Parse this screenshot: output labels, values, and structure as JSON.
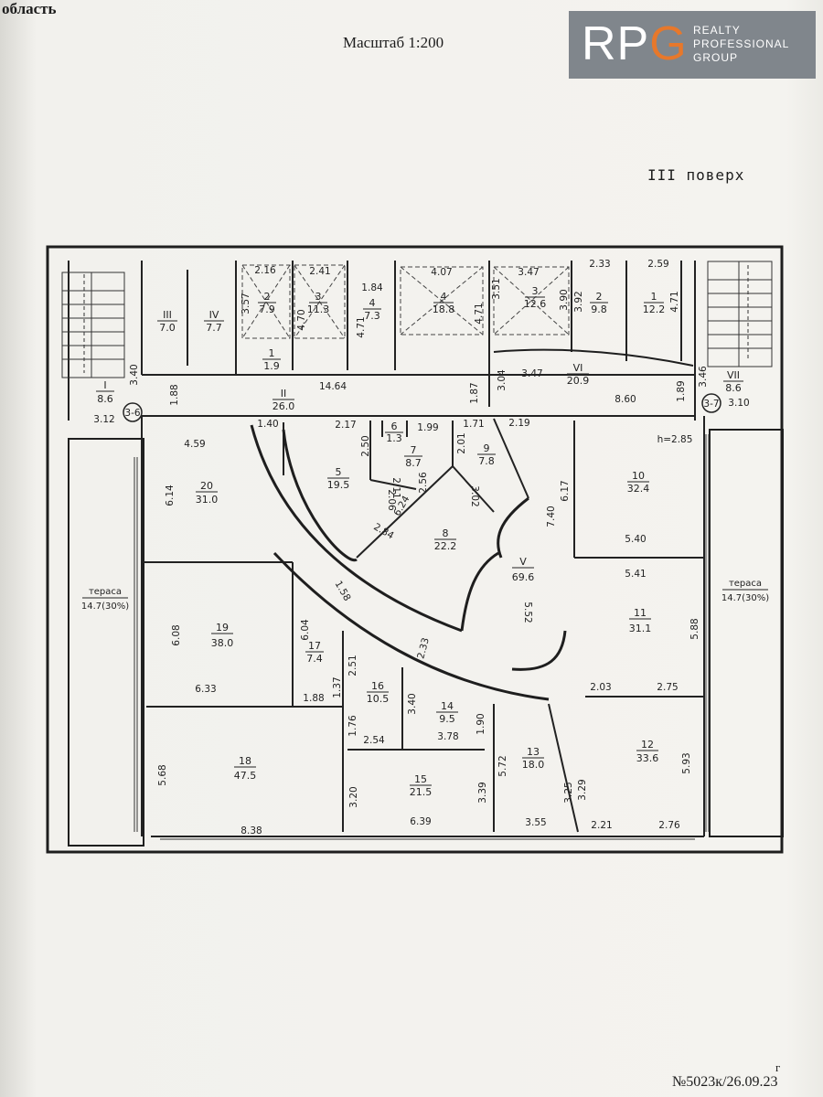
{
  "header": {
    "top_left": "область",
    "scale": "Масштаб 1:200",
    "floor": "III поверх",
    "doc_number": "№5023к/26.09.23",
    "mark": "г"
  },
  "logo": {
    "mark_left": "RP",
    "mark_accent": "G",
    "line1": "REALTY",
    "line2": "PROFESSIONAL",
    "line3": "GROUP"
  },
  "plan": {
    "rooms": [
      {
        "id": "room-I",
        "num": "I",
        "area": "8.6"
      },
      {
        "id": "room-III",
        "num": "III",
        "area": "7.0"
      },
      {
        "id": "room-IV",
        "num": "IV",
        "area": "7.7"
      },
      {
        "id": "room-2-top",
        "num": "2",
        "area": "7.9"
      },
      {
        "id": "room-3-top",
        "num": "3",
        "area": "11.3"
      },
      {
        "id": "room-4-top",
        "num": "4",
        "area": "7.3"
      },
      {
        "id": "room-1-small",
        "num": "1",
        "area": "1.9"
      },
      {
        "id": "room-4-mid",
        "num": "4",
        "area": "18.8"
      },
      {
        "id": "room-3-mid",
        "num": "3",
        "area": "12.6"
      },
      {
        "id": "room-2-right",
        "num": "2",
        "area": "9.8"
      },
      {
        "id": "room-1-right",
        "num": "1",
        "area": "12.2"
      },
      {
        "id": "room-VII",
        "num": "VII",
        "area": "8.6"
      },
      {
        "id": "room-II",
        "num": "II",
        "area": "26.0"
      },
      {
        "id": "room-VI",
        "num": "VI",
        "area": "20.9"
      },
      {
        "id": "room-5",
        "num": "5",
        "area": "19.5"
      },
      {
        "id": "room-6",
        "num": "6",
        "area": "1.3"
      },
      {
        "id": "room-7",
        "num": "7",
        "area": "8.7"
      },
      {
        "id": "room-9",
        "num": "9",
        "area": "7.8"
      },
      {
        "id": "room-8",
        "num": "8",
        "area": "22.2"
      },
      {
        "id": "room-V",
        "num": "V",
        "area": "69.6"
      },
      {
        "id": "room-10",
        "num": "10",
        "area": "32.4"
      },
      {
        "id": "room-11",
        "num": "11",
        "area": "31.1"
      },
      {
        "id": "room-20",
        "num": "20",
        "area": "31.0"
      },
      {
        "id": "room-19",
        "num": "19",
        "area": "38.0"
      },
      {
        "id": "room-17",
        "num": "17",
        "area": "7.4"
      },
      {
        "id": "room-16",
        "num": "16",
        "area": "10.5"
      },
      {
        "id": "room-14",
        "num": "14",
        "area": "9.5"
      },
      {
        "id": "room-18",
        "num": "18",
        "area": "47.5"
      },
      {
        "id": "room-15",
        "num": "15",
        "area": "21.5"
      },
      {
        "id": "room-13",
        "num": "13",
        "area": "18.0"
      },
      {
        "id": "room-12",
        "num": "12",
        "area": "33.6"
      }
    ],
    "terraces": [
      {
        "label": "тераса",
        "area": "14.7(30%)"
      },
      {
        "label": "тераса",
        "area": "14.7(30%)"
      }
    ],
    "markers": [
      "3-6",
      "3-7"
    ],
    "height_note": "h=2.85",
    "dims": [
      "2.16",
      "2.41",
      "1.84",
      "4.07",
      "3.47",
      "2.33",
      "2.59",
      "3.57",
      "4.70",
      "4.71",
      "4.71",
      "3.51",
      "3.90",
      "3.92",
      "4.71",
      "3.40",
      "3.46",
      "3.12",
      "3.10",
      "1.88",
      "14.64",
      "1.87",
      "3.04",
      "3.47",
      "8.60",
      "1.89",
      "1.40",
      "2.17",
      "1.99",
      "1.71",
      "2.19",
      "4.59",
      "6.14",
      "2.50",
      "2.11",
      "2.06",
      "2.56",
      "2.01",
      "3.02",
      "2.84",
      "6.24",
      "1.58",
      "6.17",
      "7.40",
      "5.40",
      "5.41",
      "5.52",
      "5.88",
      "6.08",
      "6.04",
      "2.51",
      "1.37",
      "2.33",
      "6.33",
      "1.88",
      "3.40",
      "1.90",
      "2.03",
      "2.75",
      "1.76",
      "2.54",
      "3.78",
      "5.72",
      "5.68",
      "3.25",
      "3.29",
      "5.93",
      "3.20",
      "3.39",
      "6.39",
      "8.38",
      "3.55",
      "2.21",
      "2.76"
    ]
  }
}
